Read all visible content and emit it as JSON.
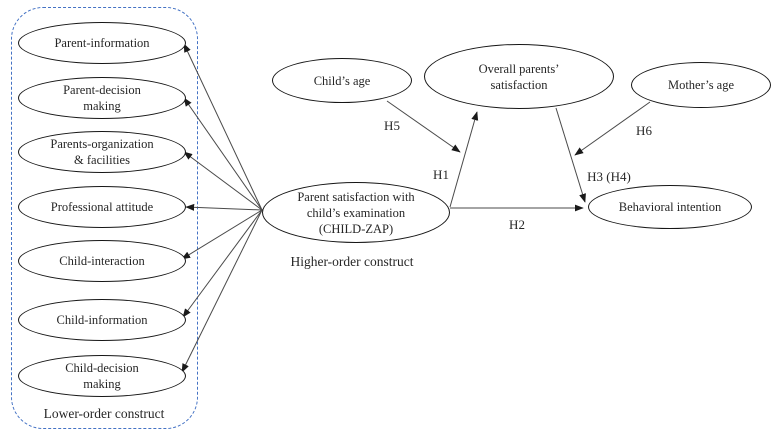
{
  "diagram": {
    "lower_order": {
      "group_caption": "Lower-order construct",
      "nodes": [
        {
          "label": "Parent-information"
        },
        {
          "label": "Parent-decision\nmaking"
        },
        {
          "label": "Parents-organization\n& facilities"
        },
        {
          "label": "Professional attitude"
        },
        {
          "label": "Child-interaction"
        },
        {
          "label": "Child-information"
        },
        {
          "label": "Child-decision\nmaking"
        }
      ]
    },
    "higher_order": {
      "node_label": "Parent satisfaction with\nchild’s examination\n(CHILD-ZAP)",
      "caption": "Higher-order construct"
    },
    "moderators": [
      {
        "label": "Child’s age"
      },
      {
        "label": "Mother’s age"
      }
    ],
    "outcomes": [
      {
        "label": "Overall parents’\nsatisfaction"
      },
      {
        "label": "Behavioral intention"
      }
    ],
    "hypotheses": {
      "h1": "H1",
      "h2": "H2",
      "h3": "H3 (H4)",
      "h5": "H5",
      "h6": "H6"
    },
    "colors": {
      "group_box_border": "#4472c4",
      "node_border": "#161616",
      "arrow": "#4a4a4a",
      "text": "#262626"
    }
  }
}
